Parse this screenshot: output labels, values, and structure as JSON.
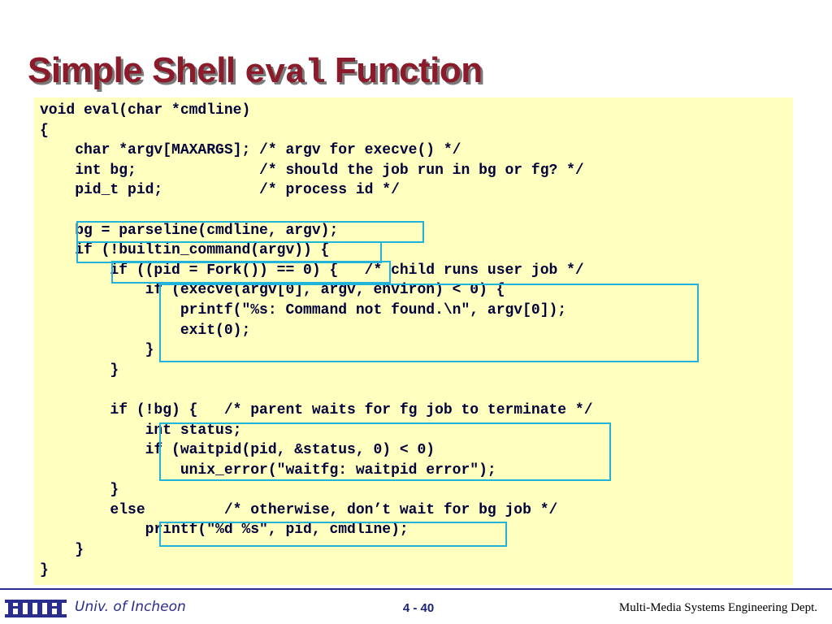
{
  "slide": {
    "title_prefix": "Simple Shell ",
    "title_code": "eval",
    "title_suffix": " Function"
  },
  "code": {
    "lines": [
      "void eval(char *cmdline)",
      "{",
      "    char *argv[MAXARGS]; /* argv for execve() */",
      "    int bg;              /* should the job run in bg or fg? */",
      "    pid_t pid;           /* process id */",
      "",
      "    bg = parseline(cmdline, argv);",
      "    if (!builtin_command(argv)) {",
      "        if ((pid = Fork()) == 0) {   /* child runs user job */",
      "            if (execve(argv[0], argv, environ) < 0) {",
      "                printf(\"%s: Command not found.\\n\", argv[0]);",
      "                exit(0);",
      "            }",
      "        }",
      "",
      "        if (!bg) {   /* parent waits for fg job to terminate */",
      "            int status;",
      "            if (waitpid(pid, &status, 0) < 0)",
      "                unix_error(\"waitfg: waitpid error\");",
      "        }",
      "        else         /* otherwise, don’t wait for bg job */",
      "            printf(\"%d %s\", pid, cmdline);",
      "    }",
      "}"
    ]
  },
  "footer": {
    "university": "Univ. of Incheon",
    "page_number": "4 - 40",
    "department": "Multi-Media Systems Engineering Dept."
  },
  "colors": {
    "title": "#8b1a2a",
    "code_background": "#ffffc0",
    "highlight_border": "#21b3da",
    "footer_rule": "#2a2d8c"
  }
}
